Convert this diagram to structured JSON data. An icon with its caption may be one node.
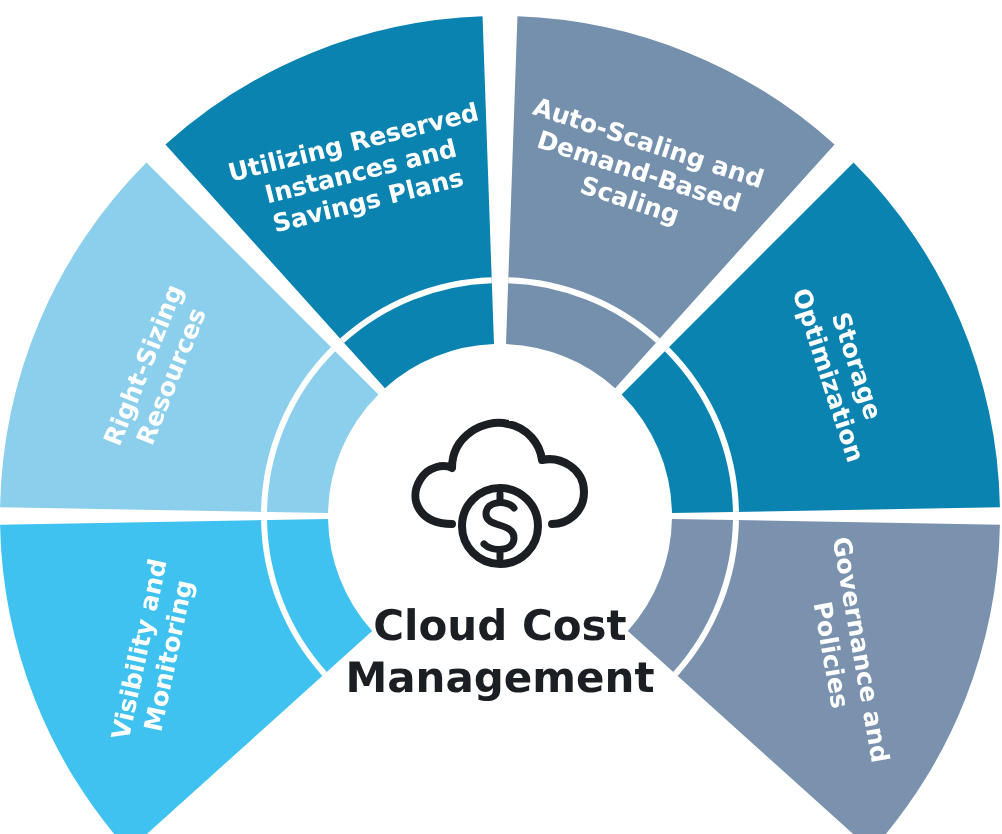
{
  "diagram": {
    "nodes": [
      {
        "text": [
          "Cloud Cost Management"
        ]
      },
      {
        "text": [
          "Visibility and Monitoring"
        ]
      },
      {
        "text": [
          "Right-Sizing Resources"
        ]
      },
      {
        "text": [
          "Utilizing Reserved Instances and Savings Plans"
        ]
      },
      {
        "text": [
          "Auto-Scaling and Demand-Based Scaling"
        ]
      },
      {
        "text": [
          "Storage Optimization"
        ]
      },
      {
        "text": [
          "Governance and Policies"
        ]
      }
    ]
  }
}
